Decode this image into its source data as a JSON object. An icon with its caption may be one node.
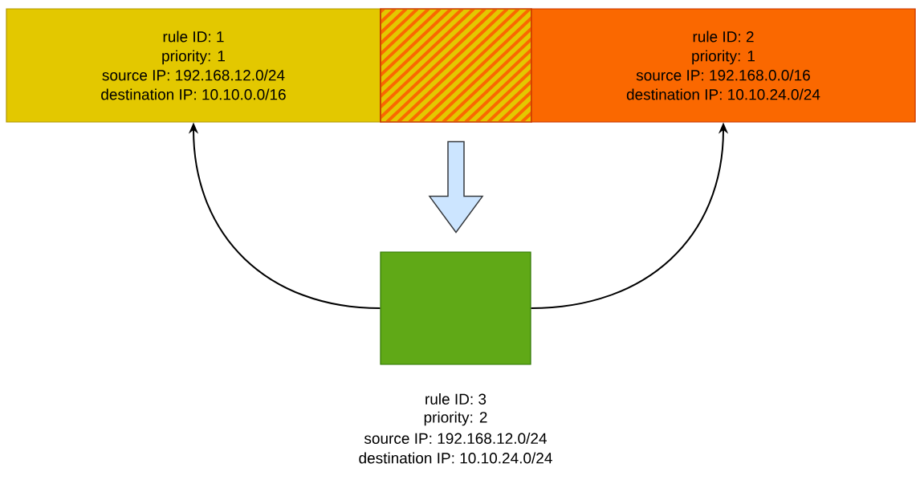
{
  "diagram": {
    "nodes": [
      {
        "text": [
          "rule ID: 1",
          "priority: 1",
          "source IP: 192.168.12.0/24",
          "destination IP: 10.10.0.0/16"
        ]
      },
      {
        "text": [],
        "shape": "box"
      },
      {
        "text": [
          "rule ID: 2",
          "priority: 1",
          "source IP: 192.168.0.0/16",
          "destination IP: 10.10.24.0/24"
        ]
      },
      {
        "text": [],
        "shape": "box",
        "beside": [
          "rule ID: 3",
          "priority: 2",
          "source IP: 192.168.12.0/24",
          "destination IP: 10.10.24.0/24"
        ]
      }
    ],
    "edges": [
      {
        "from": 1,
        "to": 3,
        "arrow": "to",
        "style": "thick",
        "color": "#cce5ff"
      },
      {
        "from": 3,
        "to": 0,
        "arrow": "to"
      },
      {
        "from": 3,
        "to": 2,
        "arrow": "to"
      }
    ]
  }
}
